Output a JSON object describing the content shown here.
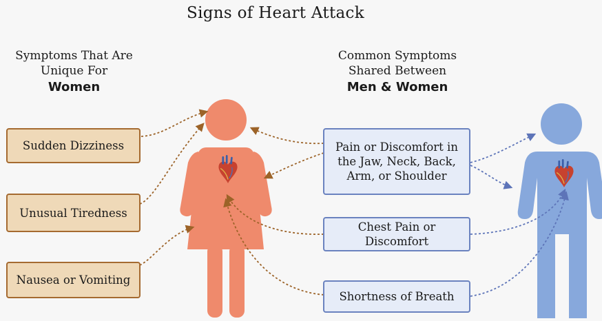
{
  "title": "Signs of Heart Attack",
  "left_heading": {
    "line1": "Symptoms That Are",
    "line2": "Unique For",
    "emphasis": "Women"
  },
  "right_heading": {
    "line1": "Common Symptoms",
    "line2": "Shared Between",
    "emphasis": "Men & Women"
  },
  "women_symptoms": [
    "Sudden Dizziness",
    "Unusual Tiredness",
    "Nausea or Vomiting"
  ],
  "shared_symptoms": [
    "Pain or Discomfort in the Jaw, Neck, Back, Arm, or Shoulder",
    "Chest Pain or Discomfort",
    "Shortness of Breath"
  ],
  "colors": {
    "woman_figure": "#ef8a6c",
    "man_figure": "#87a8dc",
    "women_box_fill": "#efd9b8",
    "women_box_border": "#a56a30",
    "shared_box_fill": "#e6ecf8",
    "shared_box_border": "#6a82bf",
    "women_arrow": "#9c6328",
    "shared_arrow": "#5d74b8"
  },
  "icons": [
    "woman-figure",
    "man-figure",
    "heart-icon"
  ]
}
